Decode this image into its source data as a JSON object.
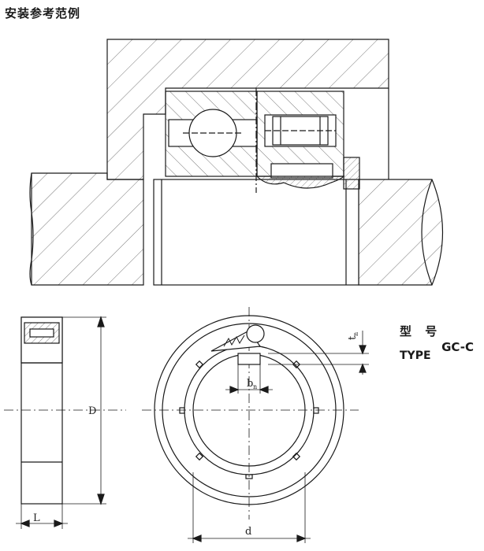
{
  "title": "安装参考范例",
  "type_block": {
    "label_cn": "型 号",
    "label_en": "TYPE",
    "model": "GC-C"
  },
  "dimensions": {
    "D": "D",
    "L": "L",
    "d": "d",
    "tn_main": "t",
    "tn_sub": "n",
    "bn_main": "b",
    "bn_sub": "n"
  },
  "colors": {
    "line": "#1a1a1a",
    "hatch": "#555555",
    "background": "#ffffff"
  }
}
